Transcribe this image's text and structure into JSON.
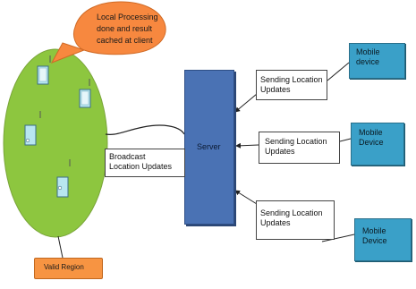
{
  "cloud_note": {
    "lines": [
      "Local Processing",
      "done and result",
      "cached at client"
    ]
  },
  "server": {
    "label": "Server"
  },
  "broadcast": {
    "lines": [
      "Broadcast",
      "Location Updates"
    ]
  },
  "updates": [
    {
      "lines": [
        "Sending Location",
        "Updates"
      ]
    },
    {
      "lines": [
        "Sending Location",
        "Updates"
      ]
    },
    {
      "lines": [
        "Sending Location",
        "Updates"
      ]
    }
  ],
  "mobiles": [
    {
      "lines": [
        "Mobile",
        "device"
      ]
    },
    {
      "lines": [
        "Mobile",
        "Device"
      ]
    },
    {
      "lines": [
        "Mobile",
        "Device"
      ]
    }
  ],
  "valid_region": {
    "label": "Valid Region"
  },
  "colors": {
    "region": "#8dc63f",
    "bubble": "#f7883f",
    "server": "#4a72b4",
    "mobile": "#3aa0c8"
  }
}
